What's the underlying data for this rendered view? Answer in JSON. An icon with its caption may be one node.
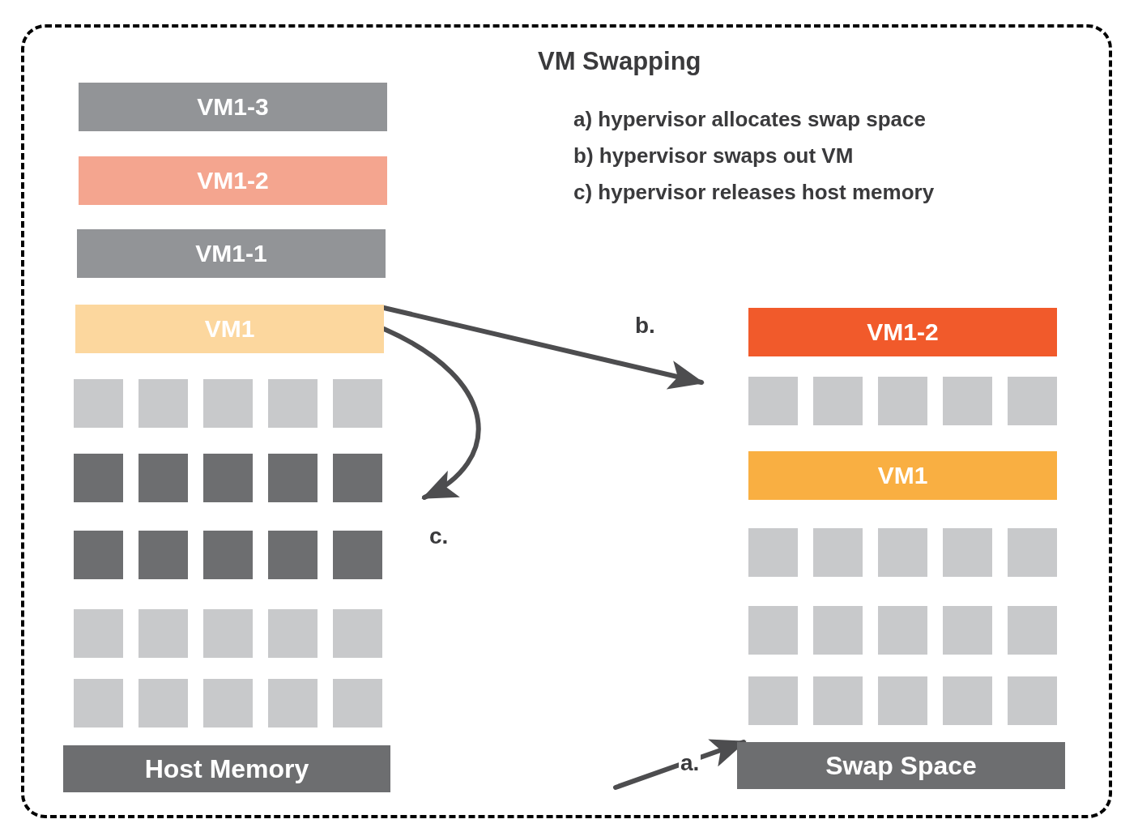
{
  "diagram": {
    "title": "VM Swapping",
    "nodes": [
      {
        "text": [
          "VM1-3"
        ]
      },
      {
        "text": [
          "VM1-2"
        ]
      },
      {
        "text": [
          "VM1-1"
        ]
      },
      {
        "text": [
          "VM1"
        ]
      },
      {
        "text": [
          "Host Memory"
        ]
      },
      {
        "text": [
          "VM1-2"
        ]
      },
      {
        "text": [
          "VM1"
        ]
      },
      {
        "text": [
          "Swap Space"
        ]
      }
    ],
    "edges": [
      {
        "from": null,
        "to": 7,
        "arrow": "to",
        "label": "a."
      },
      {
        "from": 3,
        "to": null,
        "arrow": "to",
        "label": "b."
      },
      {
        "from": 3,
        "to": null,
        "arrow": "to",
        "label": "c."
      }
    ],
    "labels": [
      "a) hypervisor allocates swap space",
      "b) hypervisor swaps out VM",
      "c) hypervisor releases host memory"
    ]
  }
}
